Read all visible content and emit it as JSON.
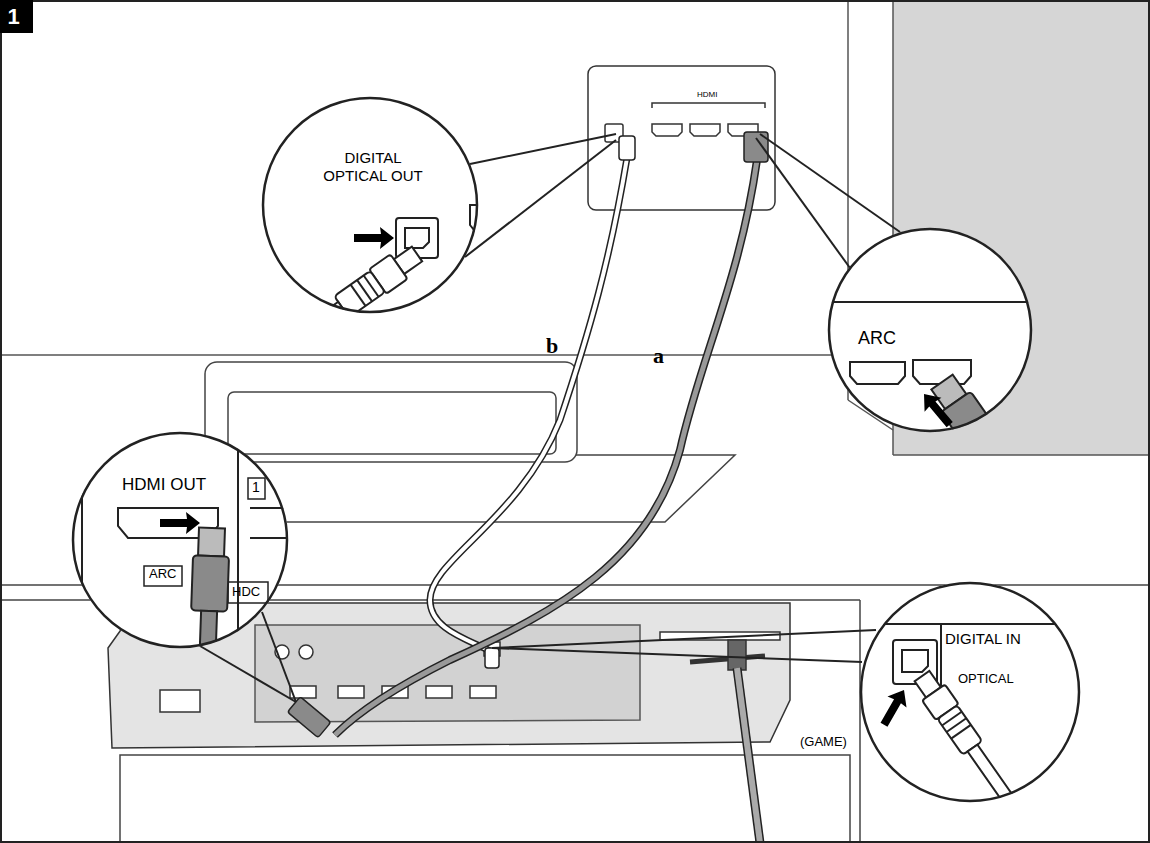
{
  "diagram": {
    "nodes": [
      {
        "text": [
          "1"
        ]
      },
      {
        "text": [
          "DIGITAL OPTICAL OUT"
        ]
      },
      {
        "text": [
          "ARC"
        ]
      },
      {
        "text": [
          "HDMI OUT",
          "ARC",
          "1",
          "HDC"
        ]
      },
      {
        "text": [
          "DIGITAL IN",
          "OPTICAL"
        ]
      }
    ],
    "labels": [
      "HDMI",
      "b",
      "a",
      "(GAME)"
    ]
  }
}
